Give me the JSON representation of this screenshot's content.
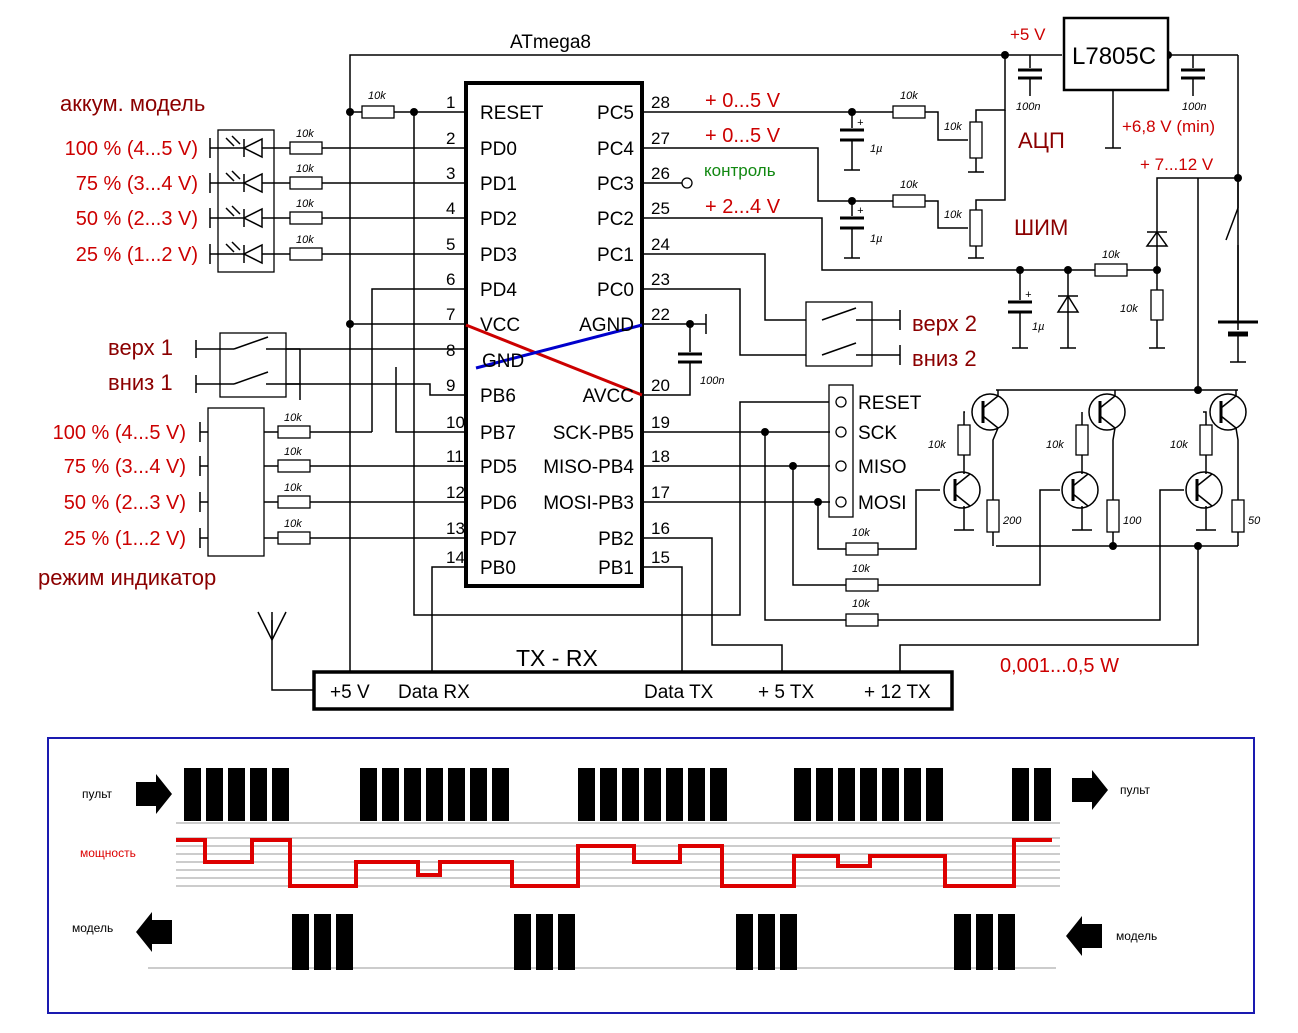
{
  "chip": {
    "title": "ATmega8",
    "left_pins": [
      {
        "num": "1",
        "name": "RESET"
      },
      {
        "num": "2",
        "name": "PD0"
      },
      {
        "num": "3",
        "name": "PD1"
      },
      {
        "num": "4",
        "name": "PD2"
      },
      {
        "num": "5",
        "name": "PD3"
      },
      {
        "num": "6",
        "name": "PD4"
      },
      {
        "num": "7",
        "name": "VCC"
      },
      {
        "num": "8",
        "name": "GND"
      },
      {
        "num": "9",
        "name": "PB6"
      },
      {
        "num": "10",
        "name": "PB7"
      },
      {
        "num": "11",
        "name": "PD5"
      },
      {
        "num": "12",
        "name": "PD6"
      },
      {
        "num": "13",
        "name": "PD7"
      },
      {
        "num": "14",
        "name": "PB0"
      }
    ],
    "right_pins": [
      {
        "num": "28",
        "name": "PC5"
      },
      {
        "num": "27",
        "name": "PC4"
      },
      {
        "num": "26",
        "name": "PC3"
      },
      {
        "num": "25",
        "name": "PC2"
      },
      {
        "num": "24",
        "name": "PC1"
      },
      {
        "num": "23",
        "name": "PC0"
      },
      {
        "num": "22",
        "name": "AGND"
      },
      {
        "num": "20",
        "name": "AVCC"
      },
      {
        "num": "19",
        "name": "SCK-PB5"
      },
      {
        "num": "18",
        "name": "MISO-PB4"
      },
      {
        "num": "17",
        "name": "MOSI-PB3"
      },
      {
        "num": "16",
        "name": "PB2"
      },
      {
        "num": "15",
        "name": "PB1"
      }
    ]
  },
  "left_labels": {
    "battery_title": "аккум. модель",
    "battery_levels": [
      "100 % (4...5 V)",
      "75 % (3...4 V)",
      "50 % (2...3 V)",
      "25 % (1...2 V)"
    ],
    "up1": "верх 1",
    "down1": "вниз 1",
    "indicator_levels": [
      "100 % (4...5 V)",
      "75 % (3...4 V)",
      "50 % (2...3 V)",
      "25 % (1...2 V)"
    ],
    "indicator_title": "режим индикатор"
  },
  "right_labels": {
    "pc5_range": "+ 0...5 V",
    "pc4_range": "+ 0...5 V",
    "pc3_label": "контроль",
    "pc2_range": "+ 2...4 V",
    "adc": "АЦП",
    "pwm": "ШИМ",
    "up2": "верх 2",
    "down2": "вниз 2",
    "vplus5": "+5 V",
    "regulator": "L7805C",
    "vmin": "+6,8 V (min)",
    "vin": "+ 7...12 V",
    "power_range": "0,001...0,5 W"
  },
  "isp": [
    "RESET",
    "SCK",
    "MISO",
    "MOSI"
  ],
  "components": {
    "r10k": "10k",
    "r10k_pot": "10k",
    "c100n": "100n",
    "c1u": "1µ",
    "r200": "200",
    "r100": "100",
    "r50": "50",
    "c_plus": "+"
  },
  "txrx": {
    "title": "TX - RX",
    "pins": [
      "+5 V",
      "Data RX",
      "Data TX",
      "+ 5 TX",
      "+ 12 TX"
    ]
  },
  "timing": {
    "remote_left": "пульт",
    "remote_right": "пульт",
    "power": "мощность",
    "model_left": "модель",
    "model_right": "модель"
  }
}
